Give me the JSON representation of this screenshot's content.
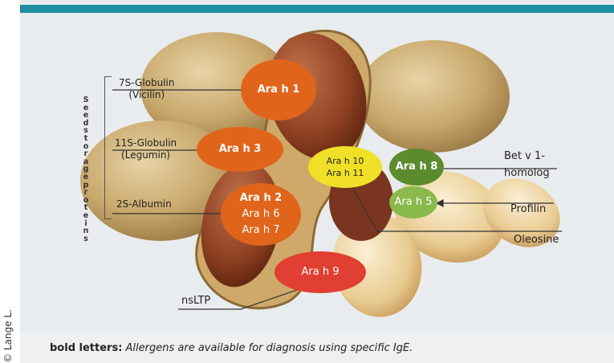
{
  "colors": {
    "topbar": "#1c8fa2",
    "orange": "#e0651b",
    "red": "#e03f31",
    "yellow": "#f0e027",
    "green_dark": "#5c8b2d",
    "green_light": "#8ab94c"
  },
  "seed_storage_label": "Seed storage proteins",
  "groups": [
    {
      "label_line1": "7S-Globulin",
      "label_line2": "(Vicilin)"
    },
    {
      "label_line1": "11S-Globulin",
      "label_line2": "(Legumin)"
    },
    {
      "label_line1": "2S-Albumin",
      "label_line2": ""
    }
  ],
  "allergens": {
    "ara_h_1": "Ara h 1",
    "ara_h_3": "Ara h 3",
    "ara_h_2_6_7": [
      "Ara h 2",
      "Ara h 6",
      "Ara h 7"
    ],
    "ara_h_10_11": [
      "Ara h 10",
      "Ara h 11"
    ],
    "ara_h_8": "Ara h 8",
    "ara_h_5": "Ara h 5",
    "ara_h_9": "Ara h 9"
  },
  "right_labels": {
    "bet_v1_line1": "Bet v 1-",
    "bet_v1_line2": "homolog",
    "profilin": "Profilin",
    "oleosine": "Oleosine"
  },
  "nsltp": "nsLTP",
  "caption": {
    "bold": "bold letters:",
    "italic": "Allergens are available for diagnosis using specific IgE."
  },
  "copyright": "© Lange L."
}
